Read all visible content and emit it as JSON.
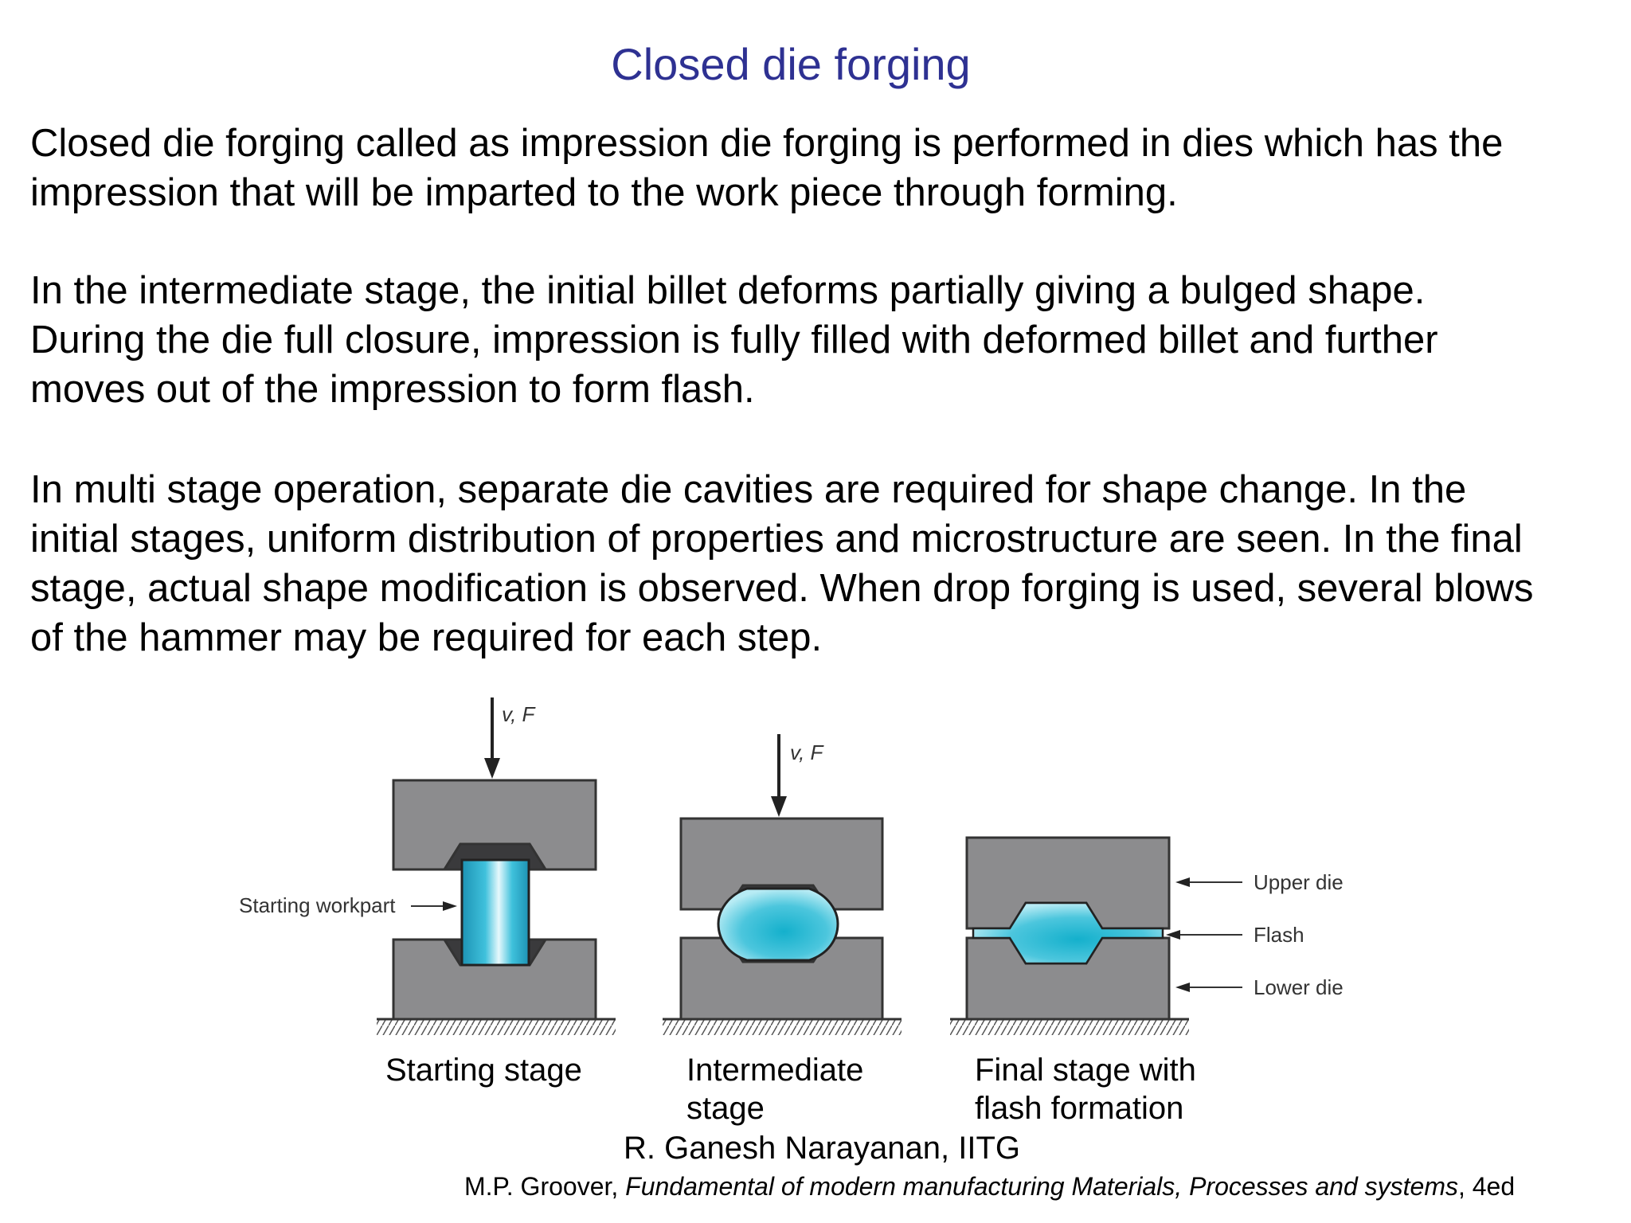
{
  "slide": {
    "title": "Closed die forging",
    "paragraphs": [
      {
        "lines": [
          "Closed die forging called as impression die forging is performed in dies which has the",
          "impression that will be imparted to the work piece through forming."
        ]
      },
      {
        "lines": [
          "In the intermediate stage, the initial billet deforms partially giving a bulged shape.",
          "During the die full closure, impression is fully filled with deformed billet and further",
          "moves out of the impression to form flash."
        ]
      },
      {
        "lines": [
          "In multi stage operation, separate die cavities are required for shape change. In the",
          "initial stages, uniform distribution of properties and microstructure are seen. In the final",
          "stage, actual shape modification is observed. When drop forging is used, several blows",
          "of the hammer may be required for each step."
        ]
      }
    ]
  },
  "diagram": {
    "force_label": "v, F",
    "starting_workpart_label": "Starting workpart",
    "upper_die_label": "Upper die",
    "flash_label": "Flash",
    "lower_die_label": "Lower die",
    "captions": {
      "stage1": "Starting stage",
      "stage2_line1": "Intermediate",
      "stage2_line2": "stage",
      "stage3_line1": "Final stage with",
      "stage3_line2": "flash formation"
    },
    "colors": {
      "die": "#8c8c8e",
      "cavity": "#3a3a3c",
      "workpart": "#2fb3cf"
    }
  },
  "credits": {
    "author": "R. Ganesh Narayanan, IITG",
    "ref_author": "M.P. Groover, ",
    "ref_title": "Fundamental of modern manufacturing Materials, Processes and systems",
    "ref_edition": ", 4ed"
  }
}
